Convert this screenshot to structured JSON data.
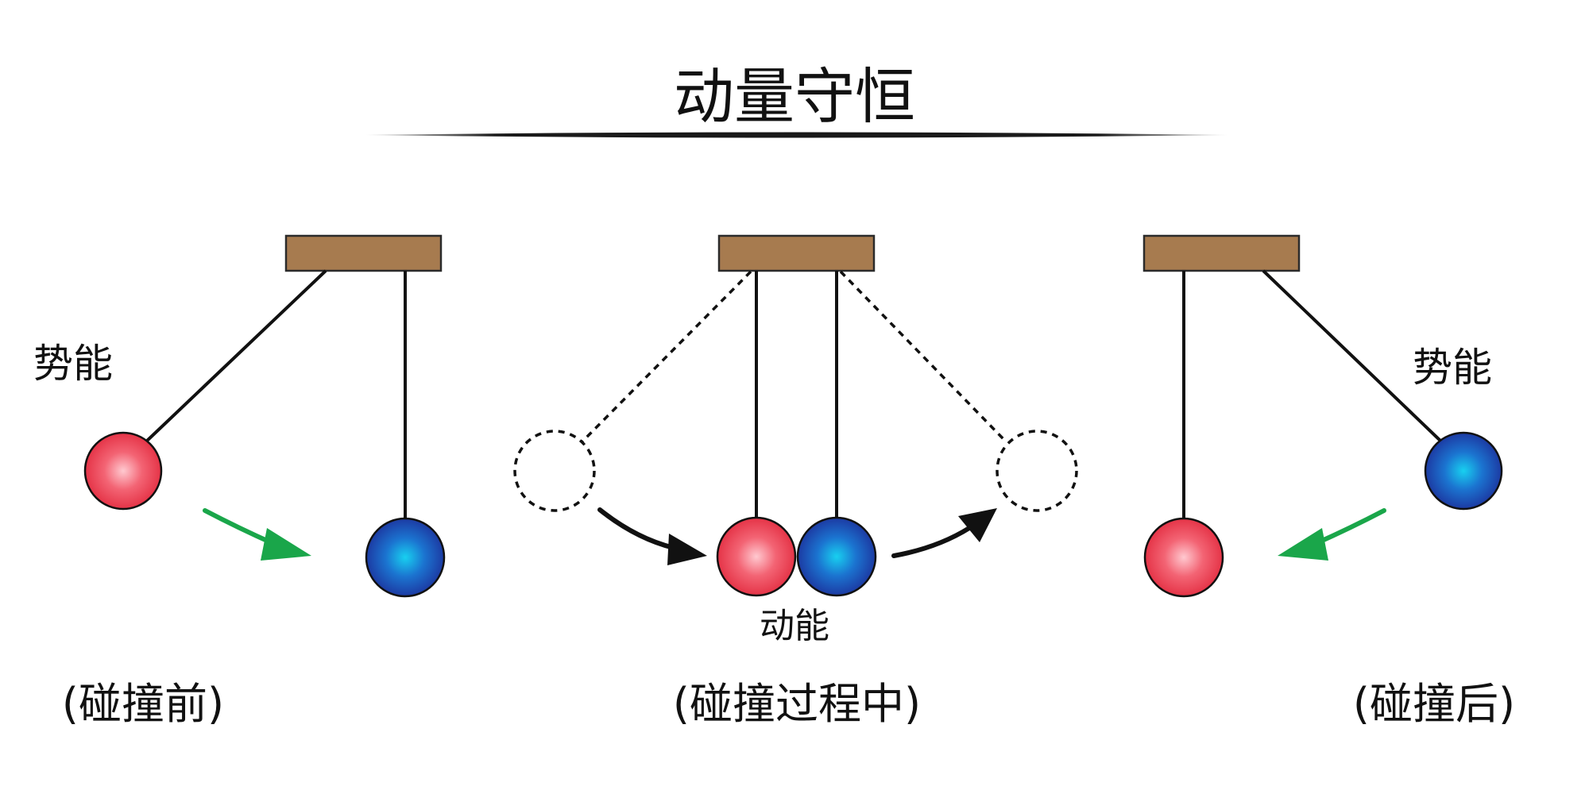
{
  "title": "动量守恒",
  "panels": [
    {
      "caption": "(碰撞前)",
      "energy_label": "势能"
    },
    {
      "caption": "(碰撞过程中)",
      "energy_label": "动能"
    },
    {
      "caption": "(碰撞后)",
      "energy_label": "势能"
    }
  ],
  "colors": {
    "support": "#a77b4f",
    "support_border": "#2b2b2b",
    "red_ball": "#ee3a4f",
    "blue_ball": "#1f3fb0",
    "green_arrow": "#1aa64a",
    "black_arrow": "#111111",
    "title_rule": "#1a1a1a"
  },
  "icons": {
    "motion_arrow": "curved-arrow-icon"
  }
}
